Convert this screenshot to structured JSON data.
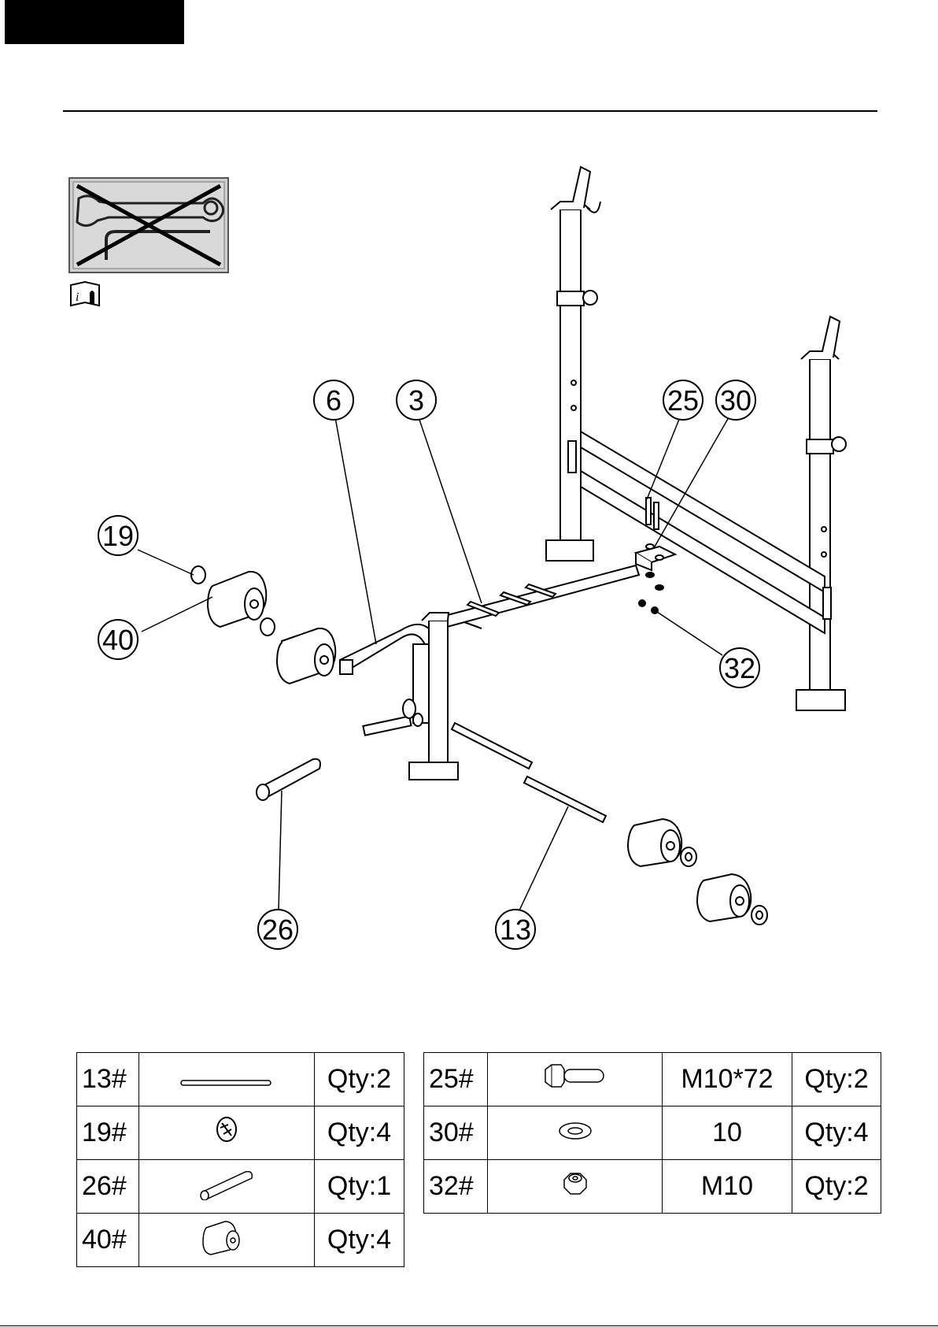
{
  "callouts": [
    {
      "id": "callout-6",
      "label": "6"
    },
    {
      "id": "callout-3",
      "label": "3"
    },
    {
      "id": "callout-25",
      "label": "25"
    },
    {
      "id": "callout-30",
      "label": "30"
    },
    {
      "id": "callout-19",
      "label": "19"
    },
    {
      "id": "callout-40",
      "label": "40"
    },
    {
      "id": "callout-32",
      "label": "32"
    },
    {
      "id": "callout-26",
      "label": "26"
    },
    {
      "id": "callout-13",
      "label": "13"
    }
  ],
  "icons": {
    "no_tools": "no-tools-icon",
    "read_manual": "manual-info-icon"
  },
  "parts_left": [
    {
      "no": "13#",
      "icon": "rod-icon",
      "qty": "Qty:2"
    },
    {
      "no": "19#",
      "icon": "lock-clip-icon",
      "qty": "Qty:4"
    },
    {
      "no": "26#",
      "icon": "tube-icon",
      "qty": "Qty:1"
    },
    {
      "no": "40#",
      "icon": "foam-roller-icon",
      "qty": "Qty:4"
    }
  ],
  "parts_right": [
    {
      "no": "25#",
      "icon": "bolt-icon",
      "spec": "M10*72",
      "qty": "Qty:2"
    },
    {
      "no": "30#",
      "icon": "washer-icon",
      "spec": "10",
      "qty": "Qty:4"
    },
    {
      "no": "32#",
      "icon": "nut-icon",
      "spec": "M10",
      "qty": "Qty:2"
    }
  ]
}
